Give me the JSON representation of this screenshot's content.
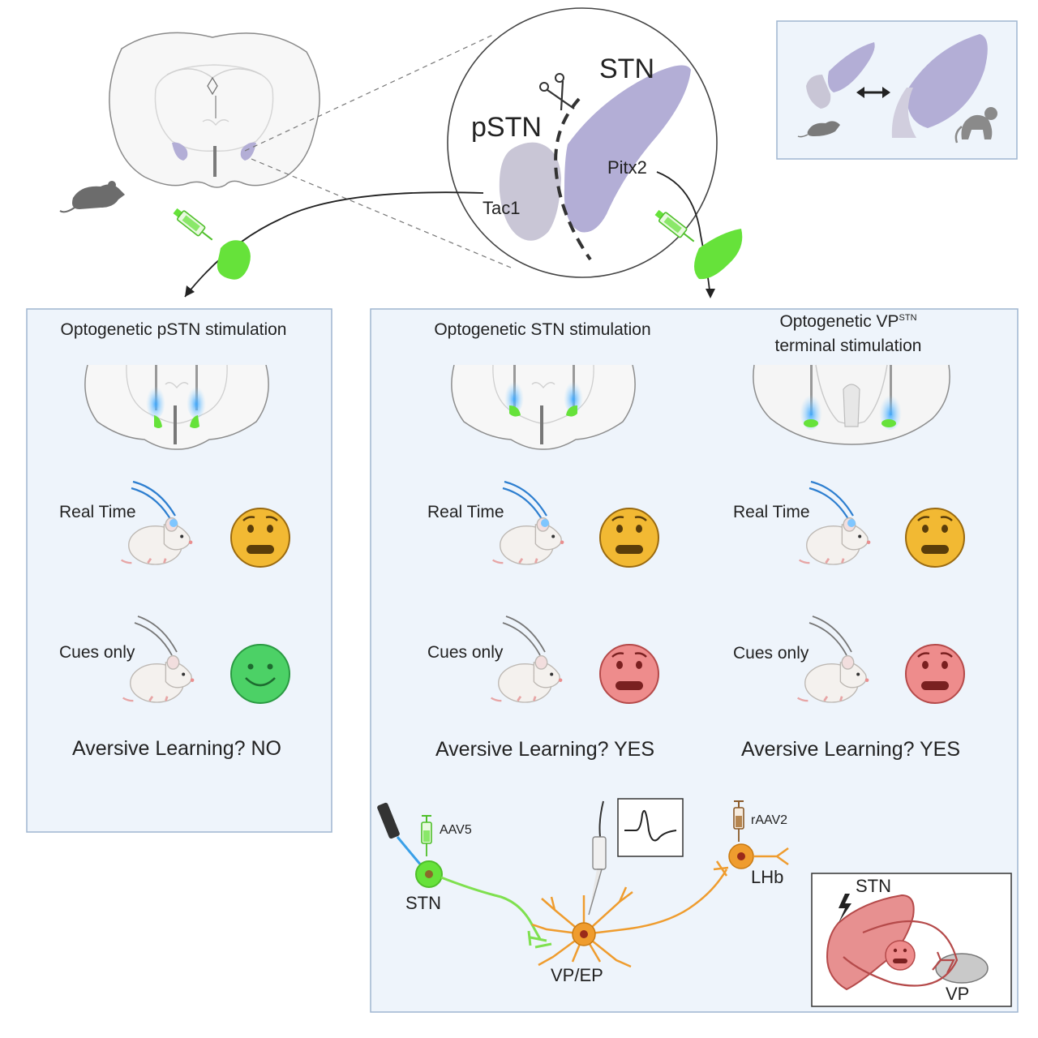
{
  "top": {
    "zoom_stn": "STN",
    "zoom_pstn": "pSTN",
    "zoom_pitx2": "Pitx2",
    "zoom_tac1": "Tac1"
  },
  "panels": [
    {
      "title": "Optogenetic pSTN stimulation",
      "row1_label": "Real Time",
      "row2_label": "Cues only",
      "conclusion": "Aversive Learning? NO"
    },
    {
      "title": "Optogenetic STN stimulation",
      "row1_label": "Real Time",
      "row2_label": "Cues only",
      "conclusion": "Aversive Learning? YES"
    },
    {
      "title_line1": "Optogenetic VP",
      "title_sup": "STN",
      "title_line2": "terminal stimulation",
      "row1_label": "Real Time",
      "row2_label": "Cues only",
      "conclusion": "Aversive Learning? YES"
    }
  ],
  "circuit": {
    "aav5": "AAV5",
    "raav2": "rAAV2",
    "stn": "STN",
    "vp_ep": "VP/EP",
    "lhb": "LHb"
  },
  "inset": {
    "stn": "STN",
    "vp": "VP"
  },
  "colors": {
    "panel_bg": "#eef4fb",
    "panel_border": "#9fb5d0",
    "stn_purple": "#b3aed6",
    "pstn_gray": "#c9c6d6",
    "virus_green": "#66e23a",
    "face_yellow": "#f2b933",
    "face_red": "#ee8c8c",
    "face_green": "#4cd166",
    "neuron_orange": "#ef9c2e",
    "inset_red": "#d86b6b"
  }
}
